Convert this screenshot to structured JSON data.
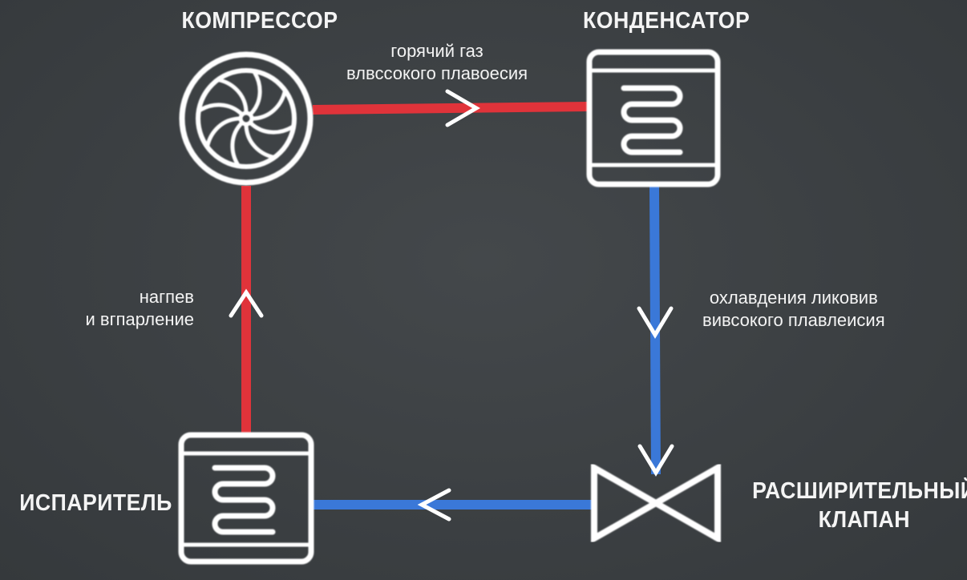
{
  "components": {
    "compressor": "КОМПРЕССОР",
    "condenser": "КОНДЕНСАТОР",
    "expansion_valve": [
      "РАСШИРИТЕЛЬНЫЙ",
      "КЛАПАН"
    ],
    "evaporator": "ИСПАРИТЕЛЬ"
  },
  "flow_labels": {
    "top": [
      "горячий газ",
      "влвссокого плавоесия"
    ],
    "right": [
      "охлавдения ликовив",
      "вивсокого плавлеисия"
    ],
    "left": [
      "нагпев",
      "и вгпарление"
    ]
  },
  "colors": {
    "background": "#3d4144",
    "hot_line": "#e0333a",
    "cold_line": "#3a78d8",
    "icon_stroke": "#ffffff"
  },
  "icons": {
    "compressor": "fan-icon",
    "condenser": "coil-icon",
    "expansion_valve": "valve-icon",
    "evaporator": "coil-icon"
  }
}
